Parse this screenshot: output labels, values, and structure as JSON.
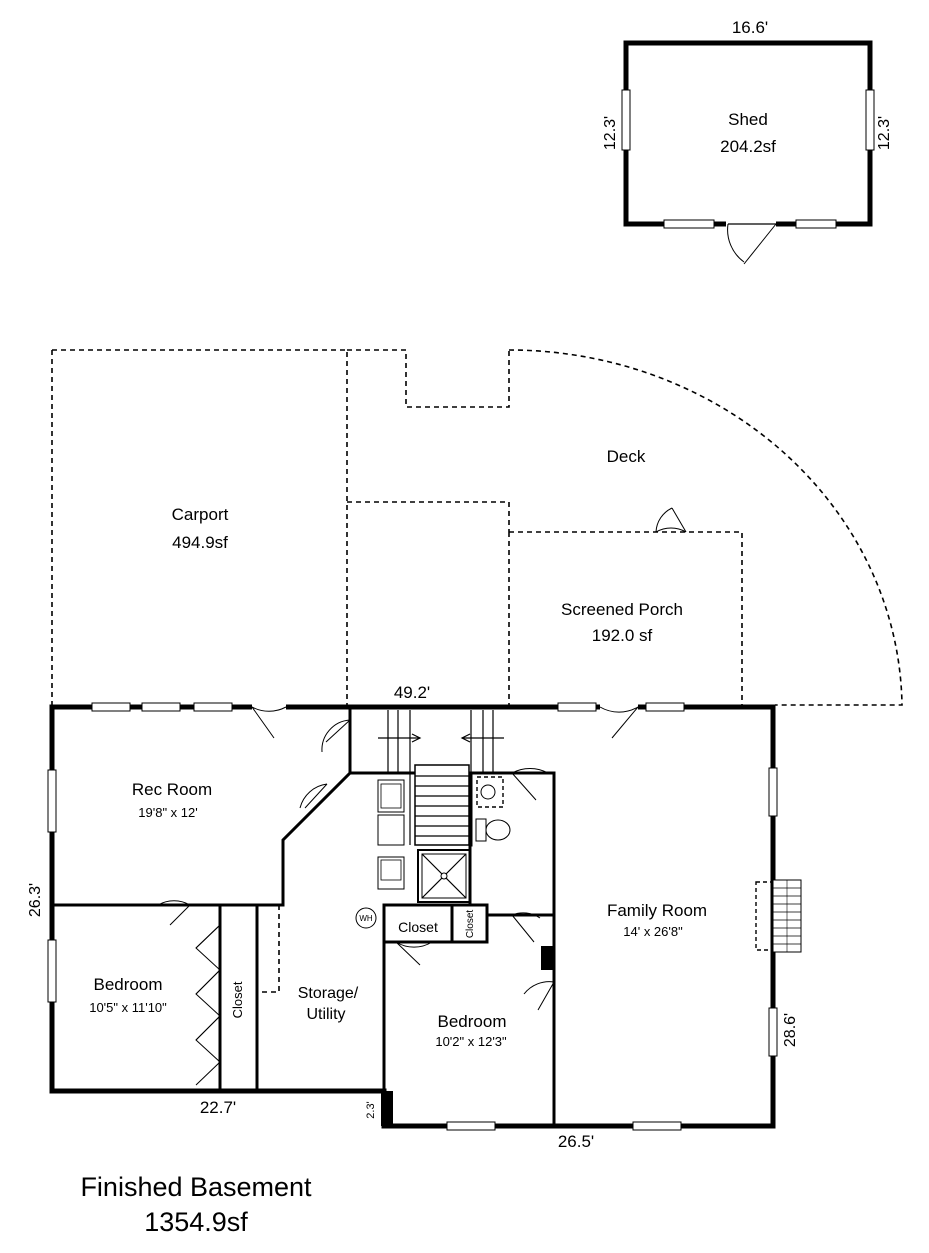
{
  "shed": {
    "name": "Shed",
    "area": "204.2sf",
    "width": "16.6'",
    "height_left": "12.3'",
    "height_right": "12.3'"
  },
  "outdoor": {
    "carport": {
      "name": "Carport",
      "area": "494.9sf"
    },
    "deck": {
      "name": "Deck"
    },
    "porch": {
      "name": "Screened Porch",
      "area": "192.0 sf"
    }
  },
  "dimensions": {
    "top": "49.2'",
    "left": "26.3'",
    "right": "28.6'",
    "bottom_left": "22.7'",
    "bottom_right": "26.5'",
    "step": "2.3'"
  },
  "rooms": {
    "rec": {
      "name": "Rec Room",
      "size": "19'8\" x 12'"
    },
    "bedroom1": {
      "name": "Bedroom",
      "size": "10'5\" x 11'10\""
    },
    "bedroom2": {
      "name": "Bedroom",
      "size": "10'2\" x 12'3\""
    },
    "family": {
      "name": "Family Room",
      "size": "14' x 26'8\""
    },
    "storage": {
      "line1": "Storage/",
      "line2": "Utility"
    },
    "closet_left": "Closet",
    "closet_mid": "Closet",
    "closet_small": "Closet",
    "water_heater": "WH"
  },
  "footer": {
    "title": "Finished Basement",
    "area": "1354.9sf"
  }
}
